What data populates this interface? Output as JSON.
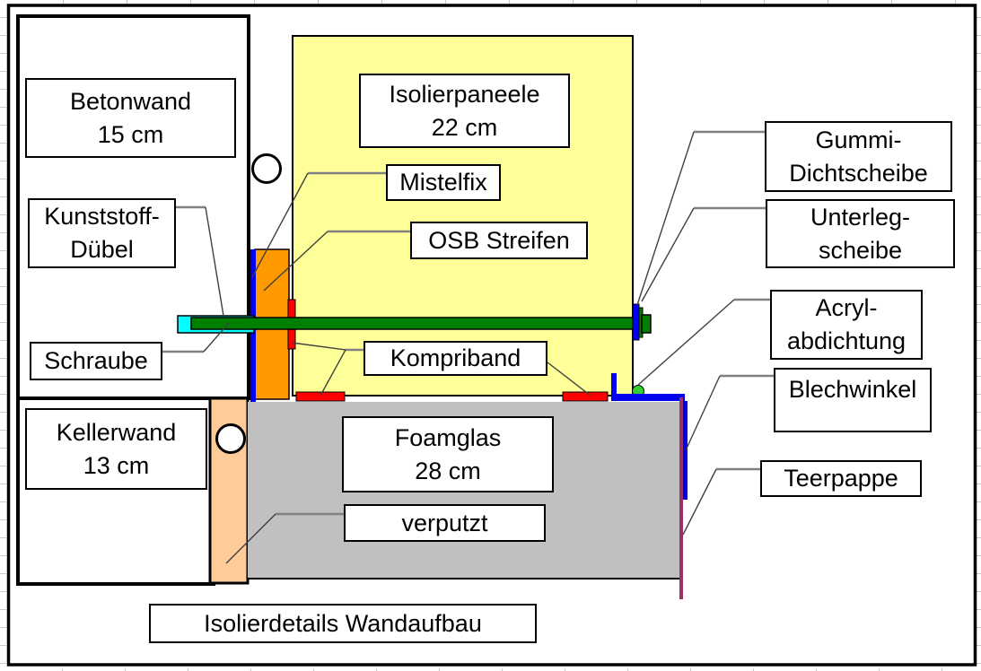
{
  "diagram": {
    "title": "Isolierdetails Wandaufbau",
    "labels": {
      "betonwand": {
        "lines": [
          "Betonwand",
          "15 cm"
        ]
      },
      "kunststoff_duebel": {
        "lines": [
          "Kunststoff-",
          "Dübel"
        ]
      },
      "schraube": {
        "lines": [
          "Schraube"
        ]
      },
      "kellerwand": {
        "lines": [
          "Kellerwand",
          "13 cm"
        ]
      },
      "isolierpaneele": {
        "lines": [
          "Isolierpaneele",
          "22 cm"
        ]
      },
      "mistelfix": {
        "lines": [
          "Mistelfix"
        ]
      },
      "osb_streifen": {
        "lines": [
          "OSB Streifen"
        ]
      },
      "kompriband": {
        "lines": [
          "Kompriband"
        ]
      },
      "foamglas": {
        "lines": [
          "Foamglas",
          "28 cm"
        ]
      },
      "verputzt": {
        "lines": [
          "verputzt"
        ]
      },
      "gummi_dichtscheibe": {
        "lines": [
          "Gummi-",
          "Dichtscheibe"
        ]
      },
      "unterlegscheibe": {
        "lines": [
          "Unterleg-",
          "scheibe"
        ]
      },
      "acryl_abdichtung": {
        "lines": [
          "Acryl-",
          "abdichtung"
        ]
      },
      "blechwinkel": {
        "lines": [
          "Blechwinkel"
        ]
      },
      "teerpappe": {
        "lines": [
          "Teerpappe"
        ]
      }
    },
    "colors": {
      "wall_fill": "#FFFFFF",
      "insulation_panel": "#FFFF99",
      "bracket_orange": "#FF9900",
      "dowel_cyan": "#00FFFF",
      "screw_green": "#008000",
      "kompriband_red": "#FF0000",
      "angle_blue": "#0000EE",
      "plaster_peach": "#FFCC99",
      "foamglas_gray": "#C0C0C0",
      "teerpappe_plum": "#993366",
      "acryl_green": "#33CC33"
    }
  }
}
